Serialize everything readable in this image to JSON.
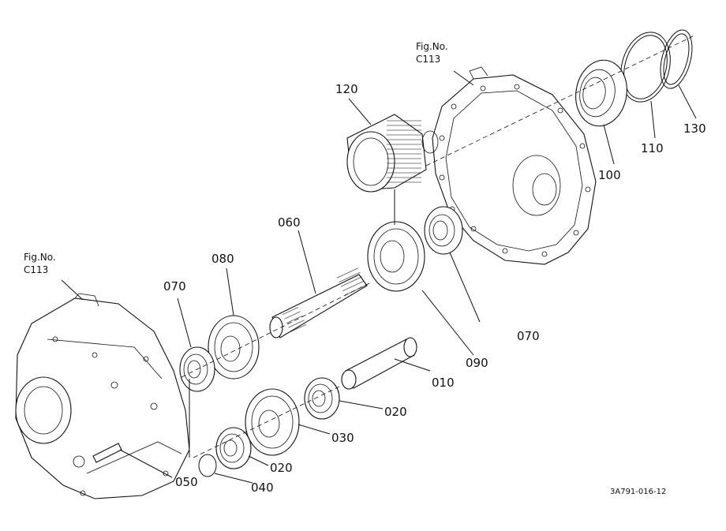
{
  "figure_refs": [
    {
      "id": "left",
      "line1": "Fig.No.",
      "line2": "C113"
    },
    {
      "id": "right",
      "line1": "Fig.No.",
      "line2": "C113"
    }
  ],
  "callouts": [
    {
      "id": "c010",
      "label": "010"
    },
    {
      "id": "c020a",
      "label": "020"
    },
    {
      "id": "c020b",
      "label": "020"
    },
    {
      "id": "c030",
      "label": "030"
    },
    {
      "id": "c040",
      "label": "040"
    },
    {
      "id": "c050",
      "label": "050"
    },
    {
      "id": "c060",
      "label": "060"
    },
    {
      "id": "c070a",
      "label": "070"
    },
    {
      "id": "c070b",
      "label": "070"
    },
    {
      "id": "c080",
      "label": "080"
    },
    {
      "id": "c090",
      "label": "090"
    },
    {
      "id": "c100",
      "label": "100"
    },
    {
      "id": "c110",
      "label": "110"
    },
    {
      "id": "c120",
      "label": "120"
    },
    {
      "id": "c130",
      "label": "130"
    }
  ],
  "diagram_code": "3A791-016-12"
}
